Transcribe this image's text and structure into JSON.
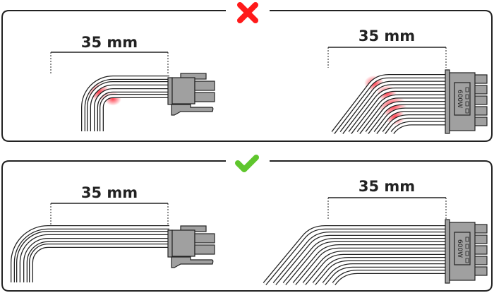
{
  "panels": {
    "incorrect": {
      "status_icon": "x-mark-icon",
      "status_color": "#ff1a1a",
      "left_measure": "35 mm",
      "right_measure": "35 mm",
      "right_connector_label": "600W"
    },
    "correct": {
      "status_icon": "check-mark-icon",
      "status_color": "#5fc62d",
      "left_measure": "35 mm",
      "right_measure": "35 mm",
      "right_connector_label": "600W"
    }
  },
  "colors": {
    "connector": "#a0a0a0",
    "stress": "#ff2a3a"
  }
}
